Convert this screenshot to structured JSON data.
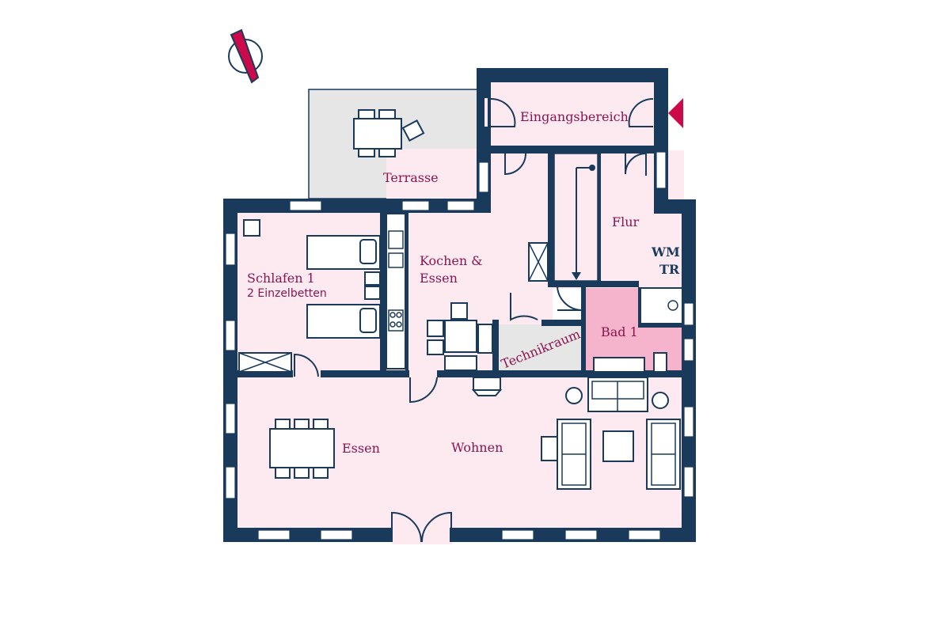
{
  "colors": {
    "wall": "#1a3a5c",
    "floor": "#fde9f0",
    "bath": "#f6b3cc",
    "terrace": "#e6e6e6",
    "label": "#8c1550",
    "accent": "#cc0a4a"
  },
  "icons": {
    "compass": "north-arrow-icon",
    "entrance": "entrance-arrow-icon"
  },
  "rooms": {
    "eingang": "Eingangsbereich",
    "terrasse": "Terrasse",
    "flur": "Flur",
    "wm": "WM",
    "tr": "TR",
    "kochen_line1": "Kochen &",
    "kochen_line2": "Essen",
    "schlafen": "Schlafen 1",
    "schlafen_sub": "2 Einzelbetten",
    "bad": "Bad 1",
    "technik": "Technikraum",
    "essen": "Essen",
    "wohnen": "Wohnen"
  }
}
